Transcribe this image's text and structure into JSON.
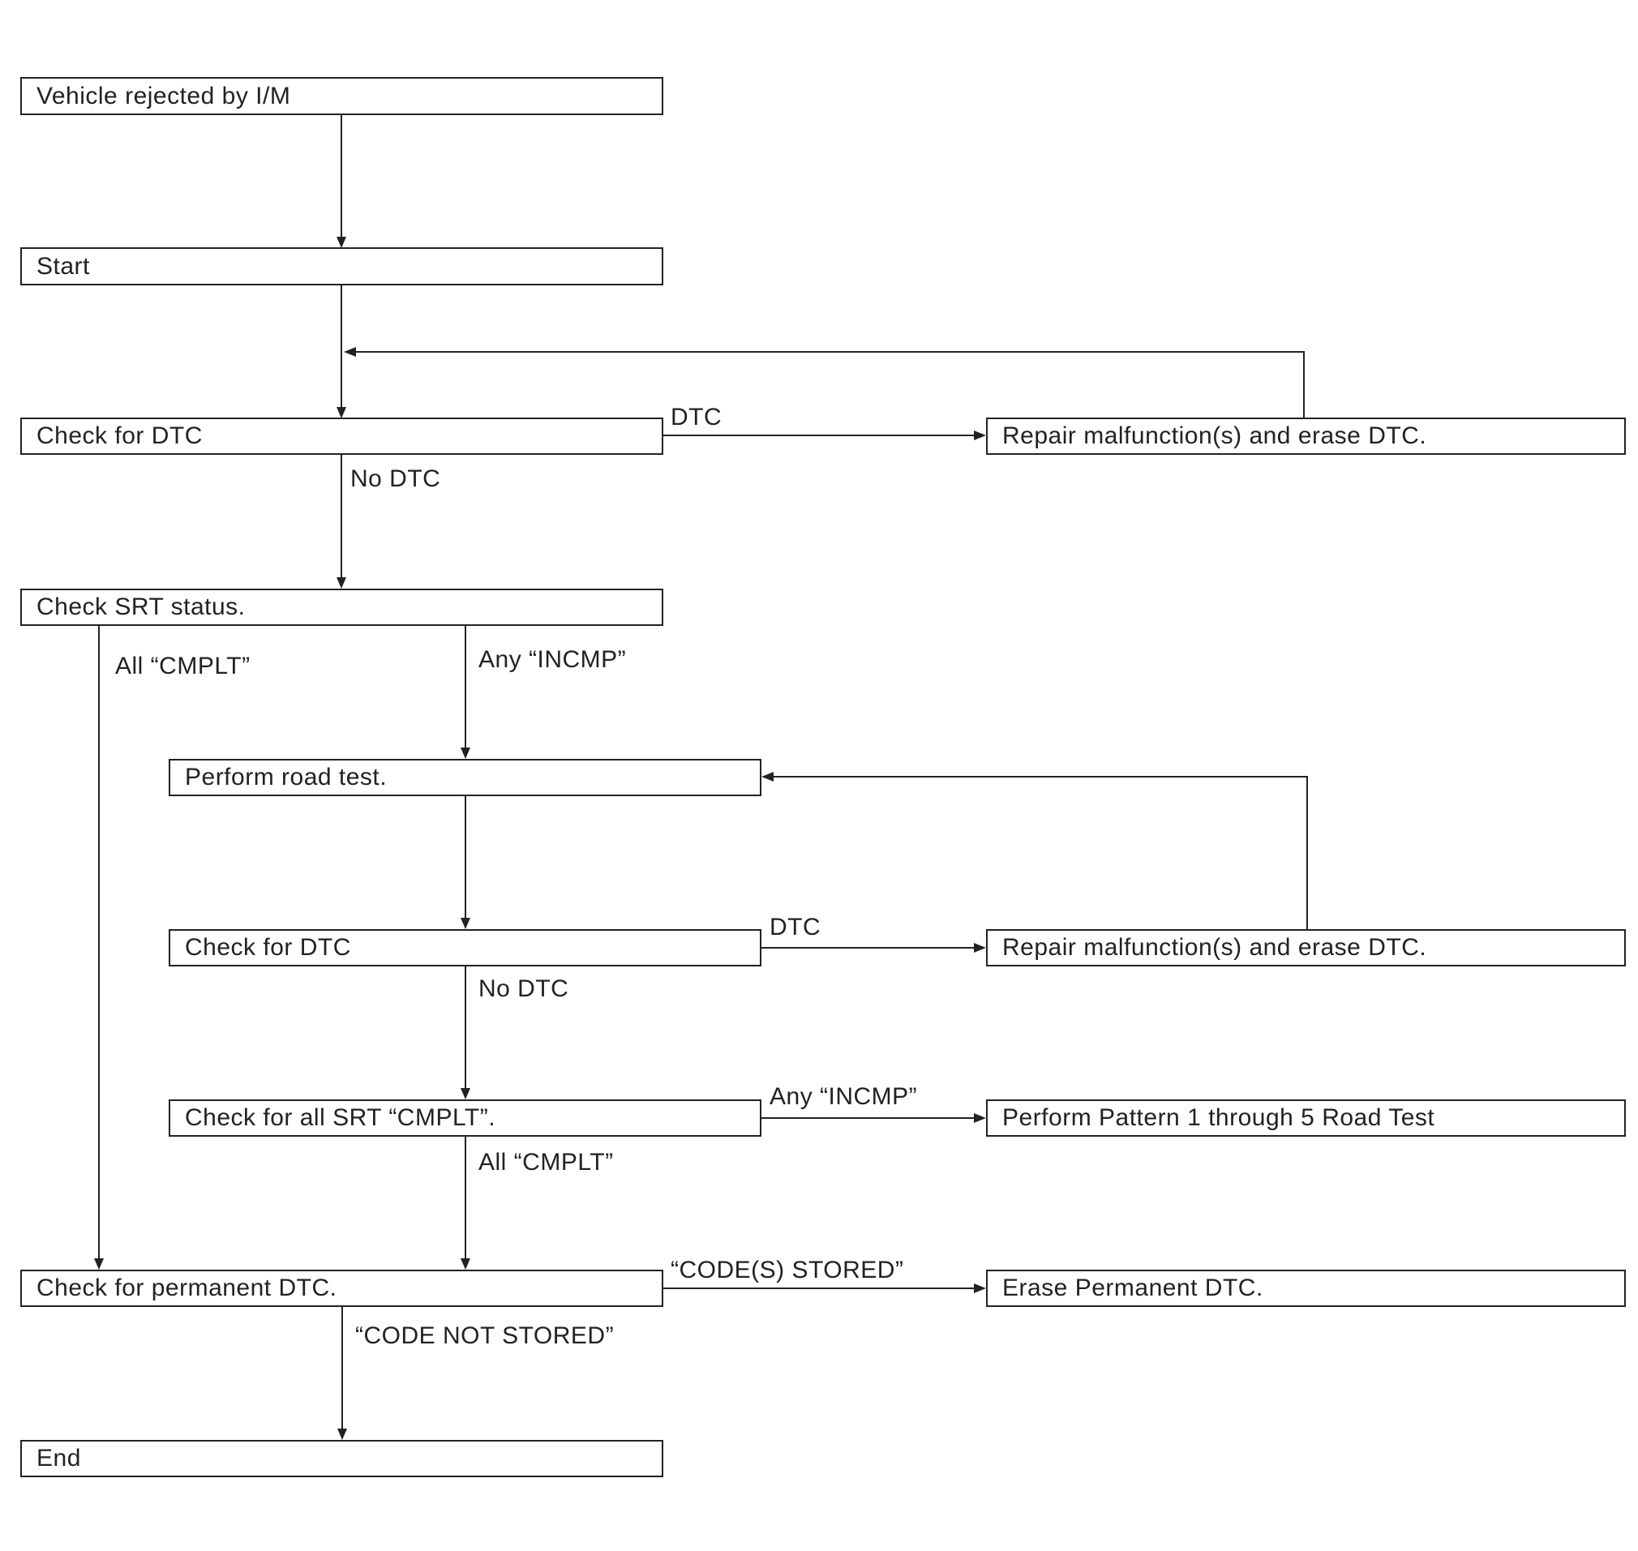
{
  "nodes": {
    "vehicle_rejected": "Vehicle rejected by I/M",
    "start": "Start",
    "check_dtc_1": "Check for DTC",
    "repair_1": "Repair malfunction(s) and erase DTC.",
    "check_srt": "Check SRT status.",
    "road_test": "Perform road test.",
    "check_dtc_2": "Check for DTC",
    "repair_2": "Repair malfunction(s) and erase DTC.",
    "check_all_srt": "Check for all SRT “CMPLT”.",
    "pattern_test": "Perform Pattern 1 through 5 Road Test",
    "check_permanent": "Check for permanent DTC.",
    "erase_permanent": "Erase Permanent DTC.",
    "end": "End"
  },
  "edge_labels": {
    "dtc_1": "DTC",
    "no_dtc_1": "No DTC",
    "all_cmplt_1": "All “CMPLT”",
    "any_incmp_1": "Any “INCMP”",
    "dtc_2": "DTC",
    "no_dtc_2": "No DTC",
    "any_incmp_2": "Any “INCMP”",
    "all_cmplt_2": "All “CMPLT”",
    "codes_stored": "“CODE(S) STORED”",
    "code_not_stored": "“CODE NOT STORED”"
  }
}
